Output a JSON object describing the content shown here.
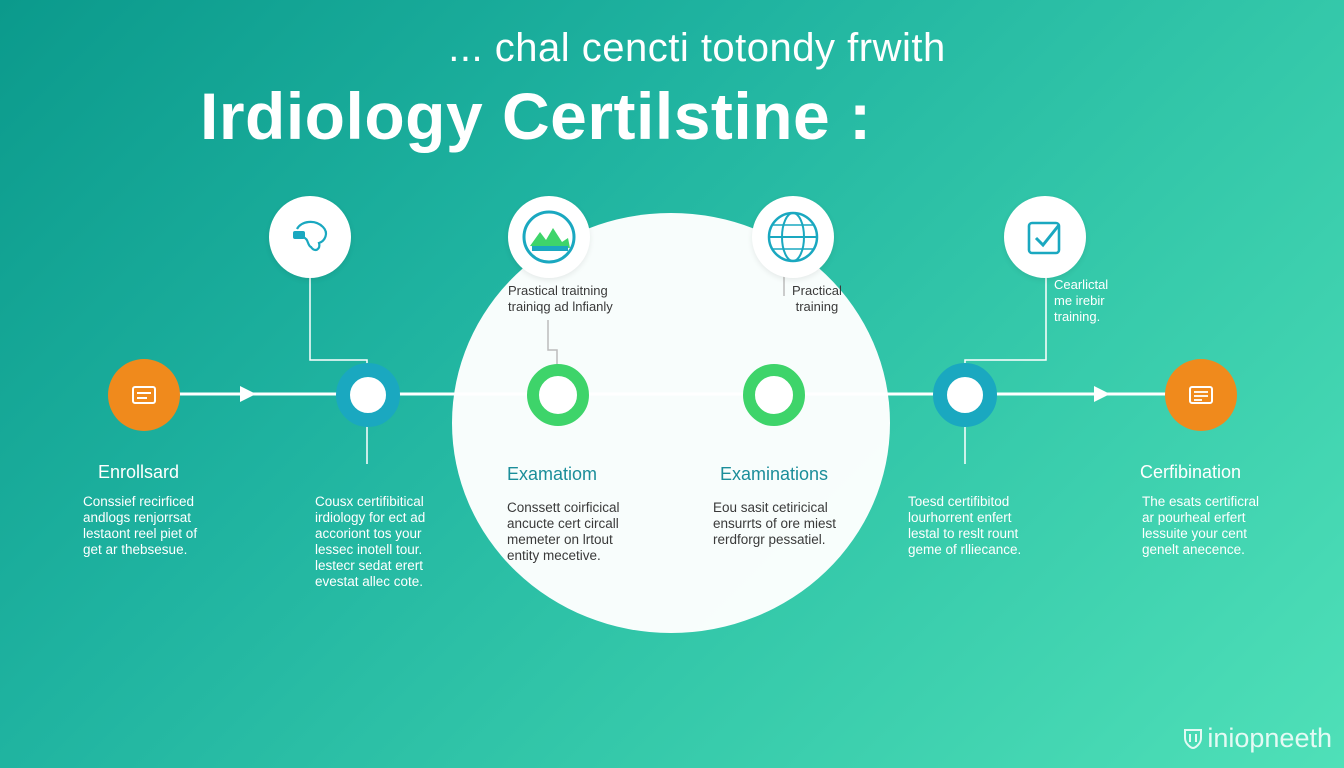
{
  "subtitle": "... chal cencti totondy frwith",
  "title": "Irdiology Certilstine :",
  "watermark": "iniopneeth",
  "notes": {
    "n1": "Prastical traitning\ntrainiqg ad lnfianly",
    "n2": "Practical\ntraining",
    "n3": "Cearlictal\nme irebir\ntraining."
  },
  "steps": [
    {
      "label": "Enrollsard",
      "desc": "Conssief recirficed\nandlogs renjorrsat\nlestaont reel piet of\nget ar thebsesue."
    },
    {
      "label": "",
      "desc": "Cousx certifibitical\nirdiology for ect ad\naccoriont tos your\nlessec inotell tour.\nlestecr sedat erert\nevestat allec cote."
    },
    {
      "label": "Examatiom",
      "desc": "Conssett coirficical\nancucte cert circall\nmemeter on lrtout\nentity mecetive."
    },
    {
      "label": "Examinations",
      "desc": "Eou sasit cetiricical\nensurrts of ore miest\nrerdforgr pessatiel."
    },
    {
      "label": "",
      "desc": "Toesd certifibitod\nlourhorrent enfert\nlestal to reslt rount\ngeme of rlliecance."
    },
    {
      "label": "Cerfibination",
      "desc": "The esats certificral\nar pourheal erfert\nlessuite your cent\ngenelt anecence."
    }
  ],
  "icons": [
    "brain-map-icon",
    "landscape-icon",
    "globe-icon",
    "checkbox-icon",
    "document-icon",
    "certificate-icon"
  ],
  "colors": {
    "teal": "#1aa8c0",
    "green": "#3ed46a",
    "orange": "#f08a1c"
  }
}
